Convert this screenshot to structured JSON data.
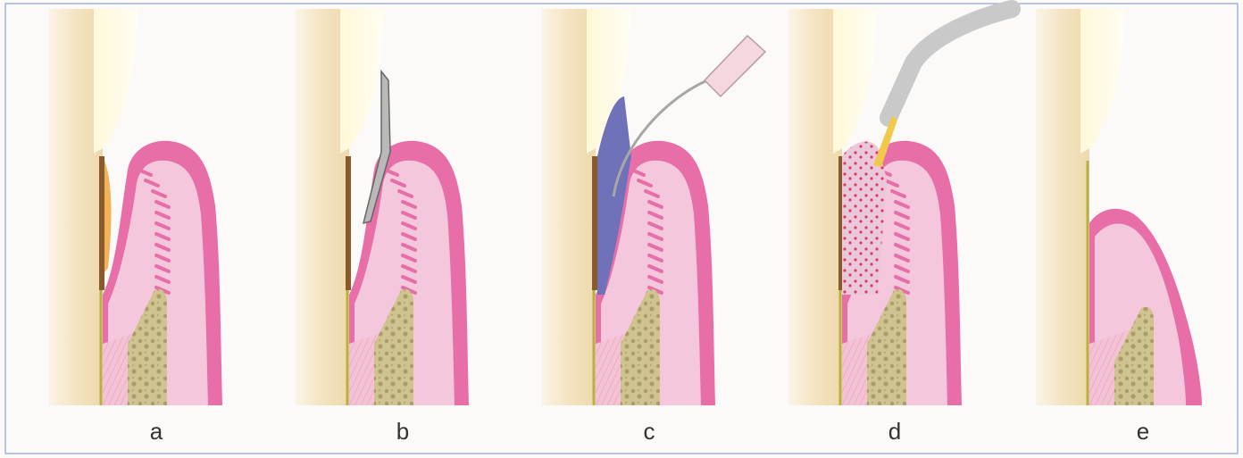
{
  "panels": [
    {
      "label": "a"
    },
    {
      "label": "b"
    },
    {
      "label": "c"
    },
    {
      "label": "d"
    },
    {
      "label": "e"
    }
  ],
  "colors": {
    "tooth_root": "#f3e4c2",
    "enamel_highlight": "#fdf7df",
    "gingiva_outer": "#e86ea8",
    "gingiva_inner": "#f4c7dc",
    "bone": "#c8bd86",
    "calculus": "#8a5a2c",
    "cementum_line": "#b8b040",
    "gel_blue": "#6f72b8",
    "laser_beam": "#f2c84a",
    "instrument_grey": "#b9b9b9",
    "frame_border": "#9fb4d6"
  }
}
